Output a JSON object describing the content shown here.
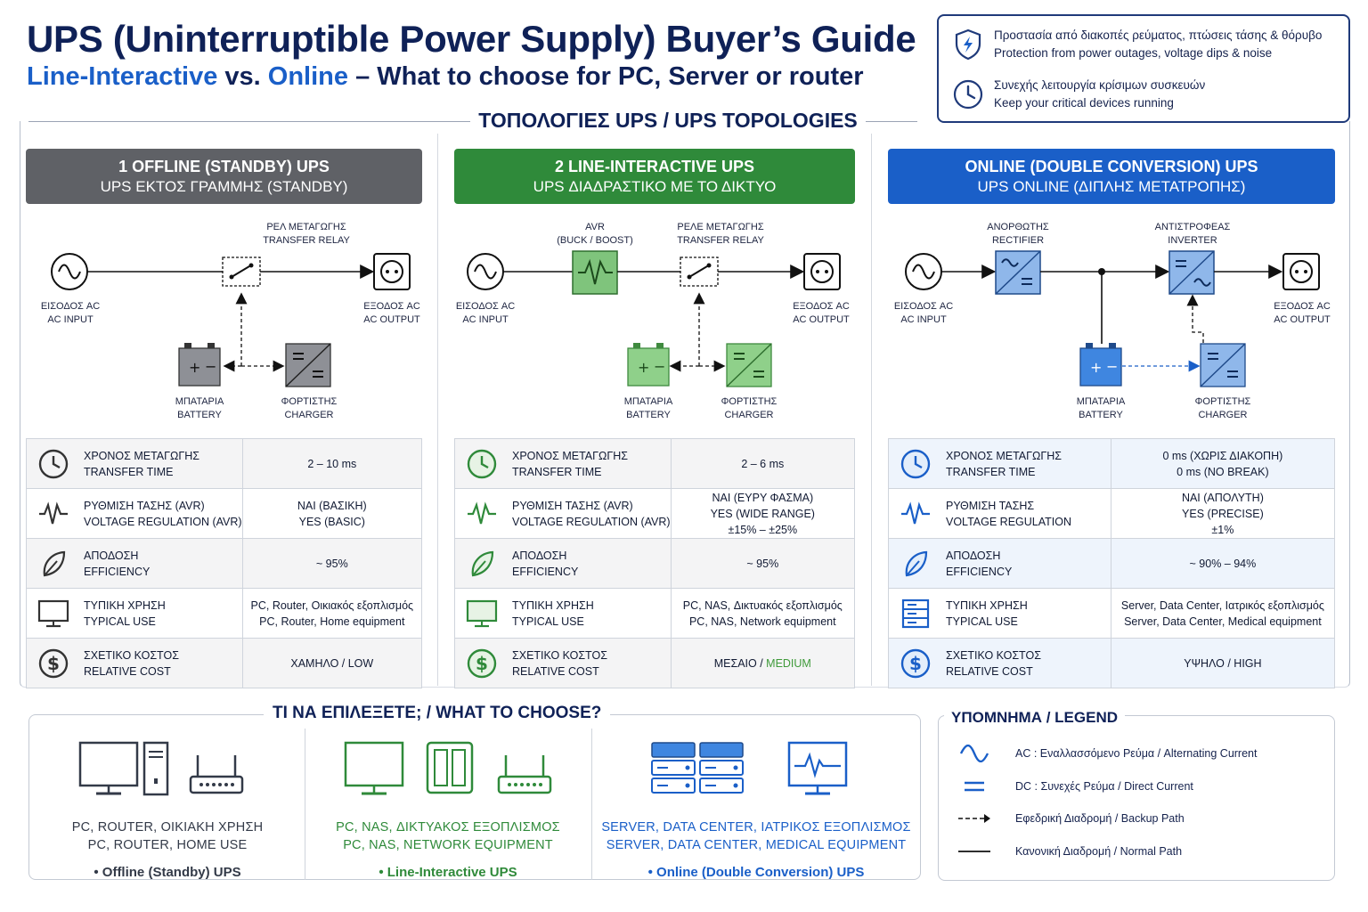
{
  "header": {
    "title": "UPS (Uninterruptible Power Supply) Buyer’s Guide",
    "subtitle_a": "Line-Interactive",
    "subtitle_vs": " vs. ",
    "subtitle_b": "Online",
    "subtitle_rest": " – What to choose for PC, Server or router"
  },
  "benefits": [
    {
      "icon": "shield-lightning-icon",
      "greek": "Προστασία από διακοπές ρεύματος, πτώσεις τάσης & θόρυβο",
      "english": "Protection from power outages, voltage dips & noise"
    },
    {
      "icon": "clock-icon",
      "greek": "Συνεχής λειτουργία κρίσιμων συσκευών",
      "english": "Keep your critical devices running"
    }
  ],
  "topologies_title": "ΤΟΠΟΛΟΓΙΕΣ UPS / UPS TOPOLOGIES",
  "columns": [
    {
      "title": "1  OFFLINE (STANDBY) UPS",
      "subtitle": "UPS ΕΚΤΟΣ ΓΡΑΜΜΗΣ (STANDBY)",
      "color": "#5f6166",
      "labels": {
        "relay": [
          "ΡΕΛ ΜΕΤΑΓΩΓΗΣ",
          "TRANSFER RELAY"
        ],
        "ac_in": [
          "ΕΙΣΟΔΟΣ AC",
          "AC INPUT"
        ],
        "ac_out": [
          "ΕΞΟΔΟΣ AC",
          "AC OUTPUT"
        ],
        "battery": [
          "ΜΠΑΤΑΡΙΑ",
          "BATTERY"
        ],
        "charger": [
          "ΦΟΡΤΙΣΤΗΣ",
          "CHARGER"
        ]
      },
      "rows": [
        {
          "key": [
            "ΧΡΟΝΟΣ ΜΕΤΑΓΩΓΗΣ",
            "TRANSFER TIME"
          ],
          "value": [
            "2 – 10 ms"
          ]
        },
        {
          "key": [
            "ΡΥΘΜΙΣΗ ΤΑΣΗΣ (AVR)",
            "VOLTAGE REGULATION (AVR)"
          ],
          "value": [
            "ΝΑΙ (ΒΑΣΙΚΗ)",
            "YES (BASIC)"
          ]
        },
        {
          "key": [
            "ΑΠΟΔΟΣΗ",
            "EFFICIENCY"
          ],
          "value": [
            "~ 95%"
          ]
        },
        {
          "key": [
            "ΤΥΠΙΚΗ ΧΡΗΣΗ",
            "TYPICAL USE"
          ],
          "value": [
            "PC, Router, Οικιακός εξοπλισμός",
            "PC, Router, Home equipment"
          ]
        },
        {
          "key": [
            "ΣΧΕΤΙΚΟ ΚΟΣΤΟΣ",
            "RELATIVE COST"
          ],
          "value": [
            "ΧΑΜΗΛΟ / LOW"
          ]
        }
      ]
    },
    {
      "title": "2  LINE-INTERACTIVE UPS",
      "subtitle": "UPS ΔΙΑΔΡΑΣΤΙΚΟ ΜΕ ΤΟ ΔΙΚΤΥΟ",
      "color": "#2f8a3a",
      "labels": {
        "avr": [
          "AVR",
          "(BUCK / BOOST)"
        ],
        "relay": [
          "ΡΕΛΕ ΜΕΤΑΓΩΓΗΣ",
          "TRANSFER RELAY"
        ],
        "ac_in": [
          "ΕΙΣΟΔΟΣ AC",
          "AC INPUT"
        ],
        "ac_out": [
          "ΕΞΟΔΟΣ AC",
          "AC OUTPUT"
        ],
        "battery": [
          "ΜΠΑΤΑΡΙΑ",
          "BATTERY"
        ],
        "charger": [
          "ΦΟΡΤΙΣΤΗΣ",
          "CHARGER"
        ]
      },
      "rows": [
        {
          "key": [
            "ΧΡΟΝΟΣ ΜΕΤΑΓΩΓΗΣ",
            "TRANSFER TIME"
          ],
          "value": [
            "2 – 6 ms"
          ]
        },
        {
          "key": [
            "ΡΥΘΜΙΣΗ ΤΑΣΗΣ (AVR)",
            "VOLTAGE REGULATION (AVR)"
          ],
          "value": [
            "ΝΑΙ (ΕΥΡΥ ΦΑΣΜΑ)",
            "YES (WIDE RANGE)",
            "±15% – ±25%"
          ]
        },
        {
          "key": [
            "ΑΠΟΔΟΣΗ",
            "EFFICIENCY"
          ],
          "value": [
            "~ 95%"
          ]
        },
        {
          "key": [
            "ΤΥΠΙΚΗ ΧΡΗΣΗ",
            "TYPICAL USE"
          ],
          "value": [
            "PC, NAS, Δικτυακός εξοπλισμός",
            "PC, NAS, Network equipment"
          ]
        },
        {
          "key": [
            "ΣΧΕΤΙΚΟ ΚΟΣΤΟΣ",
            "RELATIVE COST"
          ],
          "value_a": "ΜΕΣΑΙΟ / ",
          "value_b": "MEDIUM"
        }
      ]
    },
    {
      "title": "ONLINE (DOUBLE CONVERSION) UPS",
      "subtitle": "UPS ONLINE (ΔΙΠΛΗΣ ΜΕΤΑΤΡΟΠΗΣ)",
      "color": "#1a5fc8",
      "labels": {
        "rectifier": [
          "ΑΝΟΡΘΩΤΗΣ",
          "RECTIFIER"
        ],
        "inverter": [
          "ΑΝΤΙΣΤΡΟΦΕΑΣ",
          "INVERTER"
        ],
        "ac_in": [
          "ΕΙΣΟΔΟΣ AC",
          "AC INPUT"
        ],
        "ac_out": [
          "ΕΞΟΔΟΣ AC",
          "AC OUTPUT"
        ],
        "battery": [
          "ΜΠΑΤΑΡΙΑ",
          "BATTERY"
        ],
        "charger": [
          "ΦΟΡΤΙΣΤΗΣ",
          "CHARGER"
        ]
      },
      "rows": [
        {
          "key": [
            "ΧΡΟΝΟΣ ΜΕΤΑΓΩΓΗΣ",
            "TRANSFER TIME"
          ],
          "value": [
            "0 ms (ΧΩΡΙΣ ΔΙΑΚΟΠΗ)",
            "0 ms (NO BREAK)"
          ]
        },
        {
          "key": [
            "ΡΥΘΜΙΣΗ ΤΑΣΗΣ",
            "VOLTAGE REGULATION"
          ],
          "value": [
            "ΝΑΙ (ΑΠΟΛΥΤΗ)",
            "YES (PRECISE)",
            "±1%"
          ]
        },
        {
          "key": [
            "ΑΠΟΔΟΣΗ",
            "EFFICIENCY"
          ],
          "value": [
            "~ 90% – 94%"
          ]
        },
        {
          "key": [
            "ΤΥΠΙΚΗ ΧΡΗΣΗ",
            "TYPICAL USE"
          ],
          "value": [
            "Server, Data Center, Ιατρικός εξοπλισμός",
            "Server, Data Center, Medical equipment"
          ]
        },
        {
          "key": [
            "ΣΧΕΤΙΚΟ ΚΟΣΤΟΣ",
            "RELATIVE COST"
          ],
          "value": [
            "ΥΨΗΛΟ / HIGH"
          ]
        }
      ]
    }
  ],
  "choose": {
    "title": "ΤΙ ΝΑ ΕΠΙΛΕΞΕΤΕ; / WHAT TO CHOOSE?",
    "items": [
      {
        "greek": "PC, ROUTER, ΟΙΚΙΑΚΗ ΧΡΗΣΗ",
        "english": "PC, ROUTER, HOME USE",
        "pick": "• Offline (Standby) UPS",
        "color": "#333a48"
      },
      {
        "greek": "PC, NAS, ΔΙΚΤΥΑΚΟΣ ΕΞΟΠΛΙΣΜΟΣ",
        "english": "PC, NAS, NETWORK EQUIPMENT",
        "pick": "• Line-Interactive UPS",
        "color": "#2f8a3a"
      },
      {
        "greek": "SERVER, DATA CENTER, ΙΑΤΡΙΚΟΣ ΕΞΟΠΛΙΣΜΟΣ",
        "english": "SERVER, DATA CENTER, MEDICAL EQUIPMENT",
        "pick": "• Online (Double Conversion) UPS",
        "color": "#1a5fc8"
      }
    ]
  },
  "legend": {
    "title": "ΥΠΟΜΝΗΜΑ / LEGEND",
    "items": [
      {
        "symbol": "sine-wave-icon",
        "text": "AC : Εναλλασσόμενο Ρεύμα / Alternating Current"
      },
      {
        "symbol": "dc-bars-icon",
        "text": "DC : Συνεχές Ρεύμα / Direct Current"
      },
      {
        "symbol": "dashed-arrow-icon",
        "text": "Εφεδρική Διαδρομή / Backup Path"
      },
      {
        "symbol": "solid-line-icon",
        "text": "Κανονική Διαδρομή / Normal Path"
      }
    ]
  }
}
